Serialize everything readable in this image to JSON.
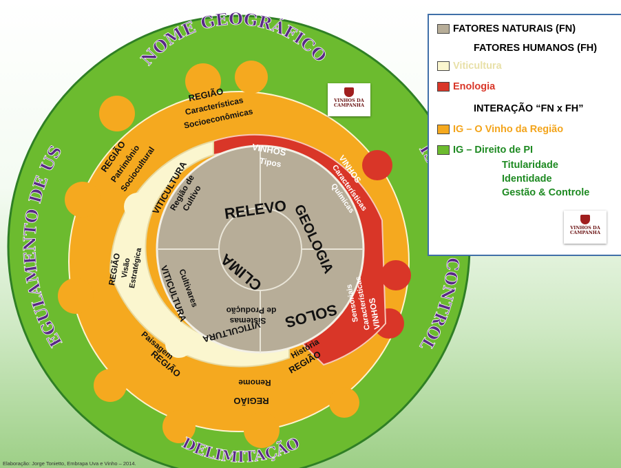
{
  "outer_labels": {
    "top": "NOME GEOGRÁFICO",
    "bottom": "DELIMITAÇÃO",
    "left": "REGULAMENTO DE USO",
    "right": "SISTEMA DE CONTROLE"
  },
  "core": {
    "relevo": "RELEVO",
    "geologia": "GEOLOGIA",
    "clima": "CLIMA",
    "solos": "SOLOS"
  },
  "viticultura": {
    "t1": "VITICULTURA",
    "t2": "Região de",
    "t3": "Cultivo",
    "l1": "VITICULTURA",
    "l2": "Cultivares",
    "b1": "VITICULTURA",
    "b2": "Sistemas",
    "b3": "de Produção"
  },
  "enologia": {
    "t1": "VINHOS",
    "t2": "Tipos",
    "r1": "VINHOS",
    "r2": "Características",
    "r3": "Químicas",
    "s1": "VINHOS",
    "s2": "Características",
    "s3": "Sensoriais"
  },
  "regiao": {
    "top1": "REGIÃO",
    "top2": "Características",
    "top3": "Socioeconômicas",
    "tl1": "REGIÃO",
    "tl2": "Patrimônio",
    "tl3": "Sociocultural",
    "l1": "REGIÃO",
    "l2": "Visão",
    "l3": "Estratégica",
    "bl1": "REGIÃO",
    "bl2": "Paisagem",
    "b1": "REGIÃO",
    "b2": "Renome",
    "br1": "REGIÃO",
    "br2": "História"
  },
  "legend": {
    "fn": "FATORES NATURAIS (FN)",
    "fh": "FATORES HUMANOS (FH)",
    "vit": "Viticultura",
    "eno": "Enologia",
    "inter": "INTERAÇÃO “FN x FH”",
    "ig1": "IG – O Vinho da Região",
    "ig2": "IG – Direito de PI",
    "ig2a": "Titularidade",
    "ig2b": "Identidade",
    "ig2c": "Gestão & Controle"
  },
  "logo": {
    "line1": "VINHOS DA",
    "line2": "CAMPANHA"
  },
  "credit": "Elaboração: Jorge Tonietto, Embrapa Uva e Vinho – 2014.",
  "colors": {
    "outer_green": "#6cbb2f",
    "regiao": "#f5a91f",
    "viticultura": "#fbf6cf",
    "enologia": "#d93628",
    "core": "#b7ad98",
    "purple": "#5a2a86",
    "ig_text": "#f3a41b",
    "ip_text": "#1e8a22"
  }
}
